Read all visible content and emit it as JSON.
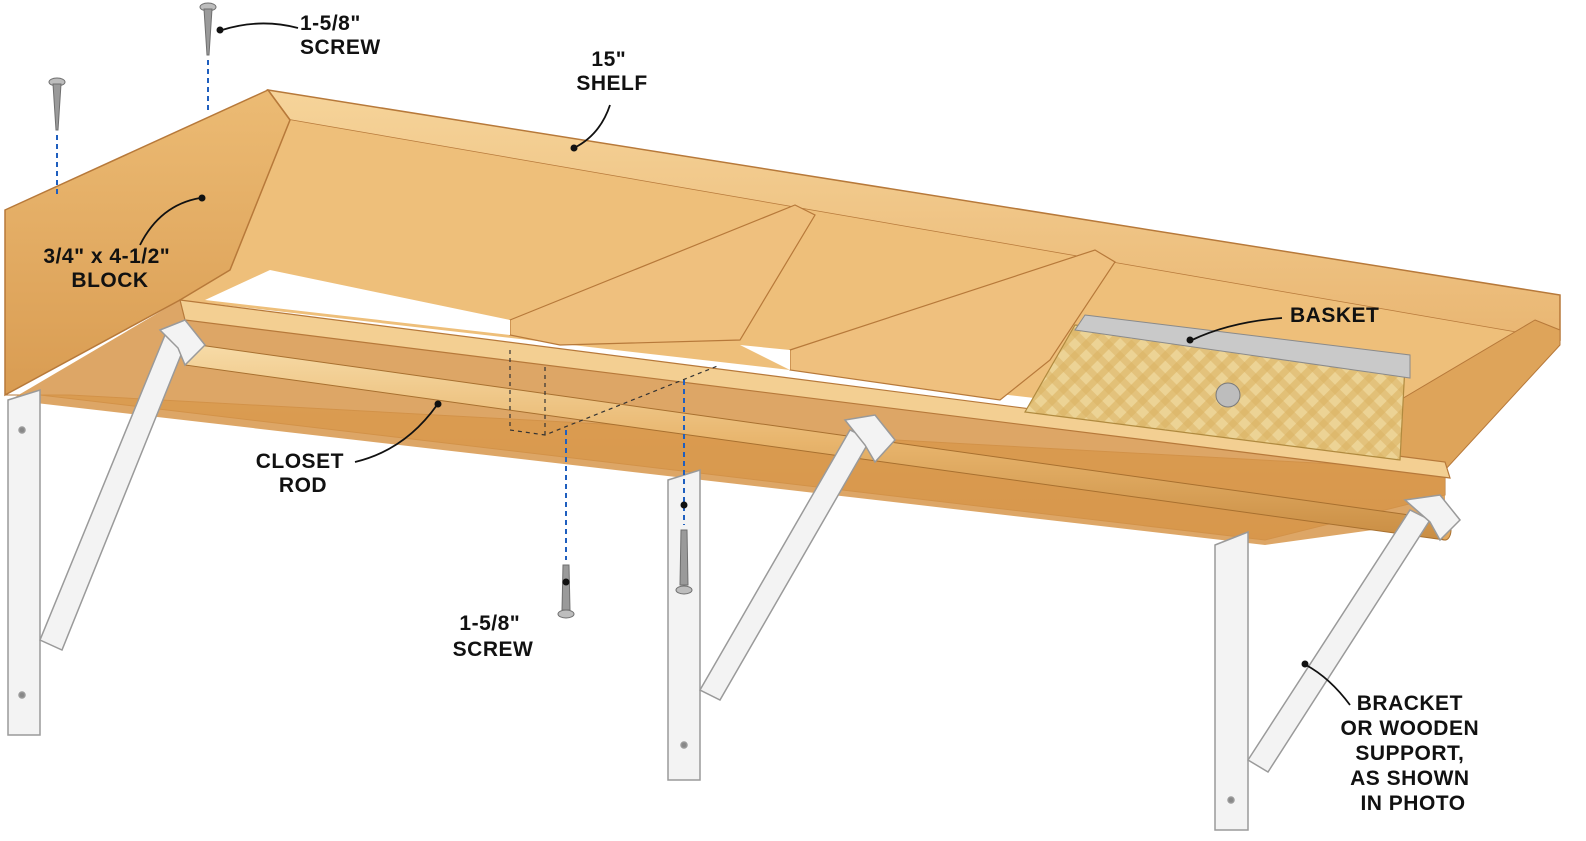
{
  "labels": {
    "screw_top": [
      "1-5/8\"",
      "SCREW"
    ],
    "shelf": [
      "15\"",
      "SHELF"
    ],
    "block": [
      "3/4\" x 4-1/2\"",
      "BLOCK"
    ],
    "basket": [
      "BASKET"
    ],
    "closet_rod": [
      "CLOSET",
      "ROD"
    ],
    "screw_bottom": [
      "1-5/8\"",
      "SCREW"
    ],
    "bracket": [
      "BRACKET",
      "OR WOODEN",
      "SUPPORT,",
      "AS SHOWN",
      "IN PHOTO"
    ]
  },
  "colors": {
    "wood_light": "#f2c98a",
    "wood_mid": "#e4ad62",
    "wood_dark": "#c98d43",
    "bracket": "#f1f1f1",
    "bracket_edge": "#9a9a9a",
    "screw": "#8c8c8c",
    "guide_line": "#1f5fbf",
    "basket": "#ead08e",
    "ink": "#111111"
  }
}
